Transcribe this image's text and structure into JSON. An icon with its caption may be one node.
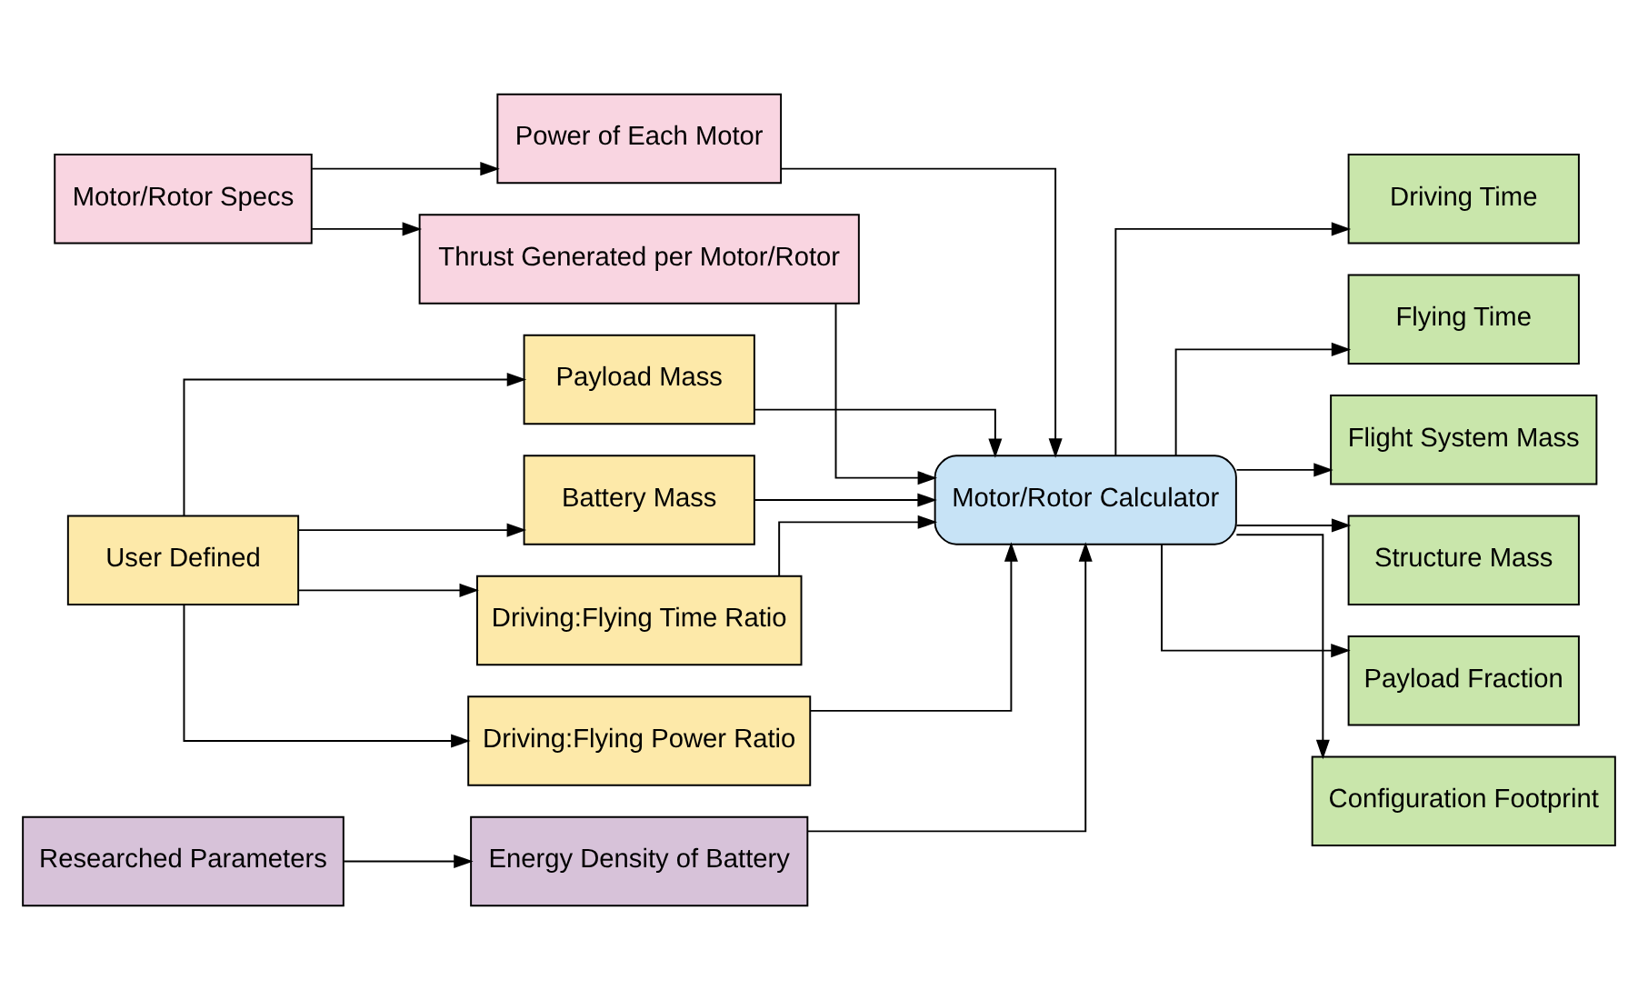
{
  "diagram": {
    "nodes": [
      {
        "text": [
          "Motor/Rotor Specs"
        ]
      },
      {
        "text": [
          "Power of Each Motor"
        ]
      },
      {
        "text": [
          "Thrust Generated per Motor/Rotor"
        ]
      },
      {
        "text": [
          "User Defined"
        ]
      },
      {
        "text": [
          "Payload Mass"
        ]
      },
      {
        "text": [
          "Battery Mass"
        ]
      },
      {
        "text": [
          "Driving:Flying Time Ratio"
        ]
      },
      {
        "text": [
          "Driving:Flying Power Ratio"
        ]
      },
      {
        "text": [
          "Researched Parameters"
        ]
      },
      {
        "text": [
          "Energy Density of Battery"
        ]
      },
      {
        "text": [
          "Motor/Rotor Calculator"
        ]
      },
      {
        "text": [
          "Driving Time"
        ]
      },
      {
        "text": [
          "Flying Time"
        ]
      },
      {
        "text": [
          "Flight System Mass"
        ]
      },
      {
        "text": [
          "Structure Mass"
        ]
      },
      {
        "text": [
          "Payload Fraction"
        ]
      },
      {
        "text": [
          "Configuration Footprint"
        ]
      }
    ],
    "edges": [
      {
        "from": 0,
        "to": 1,
        "arrow": "to"
      },
      {
        "from": 0,
        "to": 2,
        "arrow": "to"
      },
      {
        "from": 3,
        "to": 4,
        "arrow": "to"
      },
      {
        "from": 3,
        "to": 5,
        "arrow": "to"
      },
      {
        "from": 3,
        "to": 6,
        "arrow": "to"
      },
      {
        "from": 3,
        "to": 7,
        "arrow": "to"
      },
      {
        "from": 8,
        "to": 9,
        "arrow": "to"
      },
      {
        "from": 1,
        "to": 10,
        "arrow": "to"
      },
      {
        "from": 2,
        "to": 10,
        "arrow": "to"
      },
      {
        "from": 4,
        "to": 10,
        "arrow": "to"
      },
      {
        "from": 5,
        "to": 10,
        "arrow": "to"
      },
      {
        "from": 6,
        "to": 10,
        "arrow": "to"
      },
      {
        "from": 7,
        "to": 10,
        "arrow": "to"
      },
      {
        "from": 9,
        "to": 10,
        "arrow": "to"
      },
      {
        "from": 10,
        "to": 11,
        "arrow": "to"
      },
      {
        "from": 10,
        "to": 12,
        "arrow": "to"
      },
      {
        "from": 10,
        "to": 13,
        "arrow": "to"
      },
      {
        "from": 10,
        "to": 14,
        "arrow": "to"
      },
      {
        "from": 10,
        "to": 15,
        "arrow": "to"
      },
      {
        "from": 10,
        "to": 16,
        "arrow": "to"
      }
    ]
  }
}
